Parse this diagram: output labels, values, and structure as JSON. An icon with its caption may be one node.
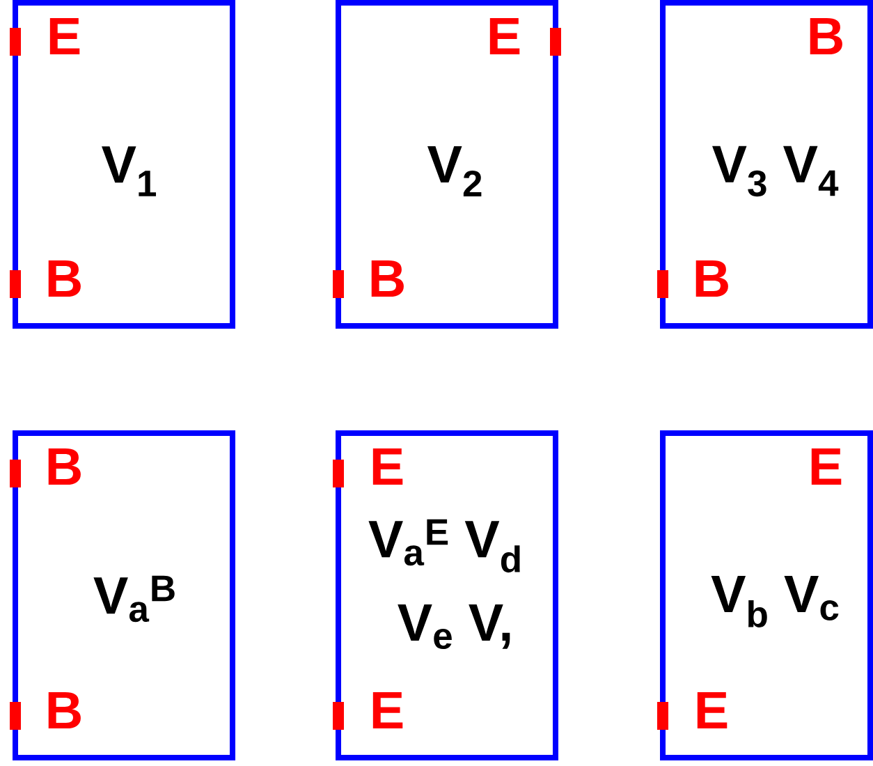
{
  "diagram": {
    "nodes": [
      {
        "text": [
          "E",
          "V$_{1}$",
          "B"
        ]
      },
      {
        "text": [
          "E",
          "V$_{2}$",
          "B"
        ]
      },
      {
        "text": [
          "B",
          "V$_{3}$ V$_{4}$",
          "B"
        ]
      },
      {
        "text": [
          "B",
          "V$_{a}$$^{B}$",
          "B"
        ]
      },
      {
        "text": [
          "E",
          "V$_{a}$$^{E}$ V$_{d}$",
          "V$_{e}$ V,",
          "E"
        ]
      },
      {
        "text": [
          "E",
          "V$_{b}$ V$_{c}$",
          "E"
        ]
      }
    ]
  }
}
